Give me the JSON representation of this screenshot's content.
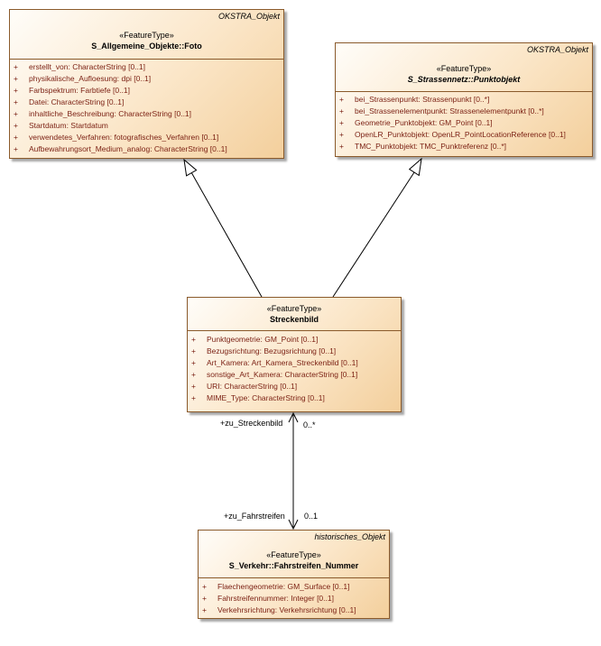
{
  "classes": {
    "foto": {
      "package": "OKSTRA_Objekt",
      "stereotype": "«FeatureType»",
      "name": "S_Allgemeine_Objekte::Foto",
      "attributes": [
        {
          "vis": "+",
          "text": "erstellt_von: CharacterString [0..1]"
        },
        {
          "vis": "+",
          "text": "physikalische_Aufloesung: dpi [0..1]"
        },
        {
          "vis": "+",
          "text": "Farbspektrum: Farbtiefe [0..1]"
        },
        {
          "vis": "+",
          "text": "Datei: CharacterString [0..1]"
        },
        {
          "vis": "+",
          "text": "inhaltliche_Beschreibung: CharacterString [0..1]"
        },
        {
          "vis": "+",
          "text": "Startdatum: Startdatum"
        },
        {
          "vis": "+",
          "text": "verwendetes_Verfahren: fotografisches_Verfahren [0..1]"
        },
        {
          "vis": "+",
          "text": "Aufbewahrungsort_Medium_analog: CharacterString [0..1]"
        }
      ]
    },
    "punktobjekt": {
      "package": "OKSTRA_Objekt",
      "stereotype": "«FeatureType»",
      "name": "S_Strassennetz::Punktobjekt",
      "attributes": [
        {
          "vis": "+",
          "text": "bei_Strassenpunkt: Strassenpunkt [0..*]"
        },
        {
          "vis": "+",
          "text": "bei_Strassenelementpunkt: Strassenelementpunkt [0..*]"
        },
        {
          "vis": "+",
          "text": "Geometrie_Punktobjekt: GM_Point [0..1]"
        },
        {
          "vis": "+",
          "text": "OpenLR_Punktobjekt: OpenLR_PointLocationReference [0..1]"
        },
        {
          "vis": "+",
          "text": "TMC_Punktobjekt: TMC_Punktreferenz [0..*]"
        }
      ]
    },
    "streckenbild": {
      "package": "",
      "stereotype": "«FeatureType»",
      "name": "Streckenbild",
      "attributes": [
        {
          "vis": "+",
          "text": "Punktgeometrie: GM_Point [0..1]"
        },
        {
          "vis": "+",
          "text": "Bezugsrichtung: Bezugsrichtung [0..1]"
        },
        {
          "vis": "+",
          "text": "Art_Kamera: Art_Kamera_Streckenbild [0..1]"
        },
        {
          "vis": "+",
          "text": "sonstige_Art_Kamera: CharacterString [0..1]"
        },
        {
          "vis": "+",
          "text": "URI: CharacterString [0..1]"
        },
        {
          "vis": "+",
          "text": "MIME_Type: CharacterString [0..1]"
        }
      ]
    },
    "fahrstreifen": {
      "package": "historisches_Objekt",
      "stereotype": "«FeatureType»",
      "name": "S_Verkehr::Fahrstreifen_Nummer",
      "attributes": [
        {
          "vis": "+",
          "text": "Flaechengeometrie: GM_Surface [0..1]"
        },
        {
          "vis": "+",
          "text": "Fahrstreifennummer: Integer [0..1]"
        },
        {
          "vis": "+",
          "text": "Verkehrsrichtung: Verkehrsrichtung [0..1]"
        }
      ]
    }
  },
  "association": {
    "role_top": "+zu_Streckenbild",
    "mult_top": "0..*",
    "role_bottom": "+zu_Fahrstreifen",
    "mult_bottom": "0..1"
  }
}
